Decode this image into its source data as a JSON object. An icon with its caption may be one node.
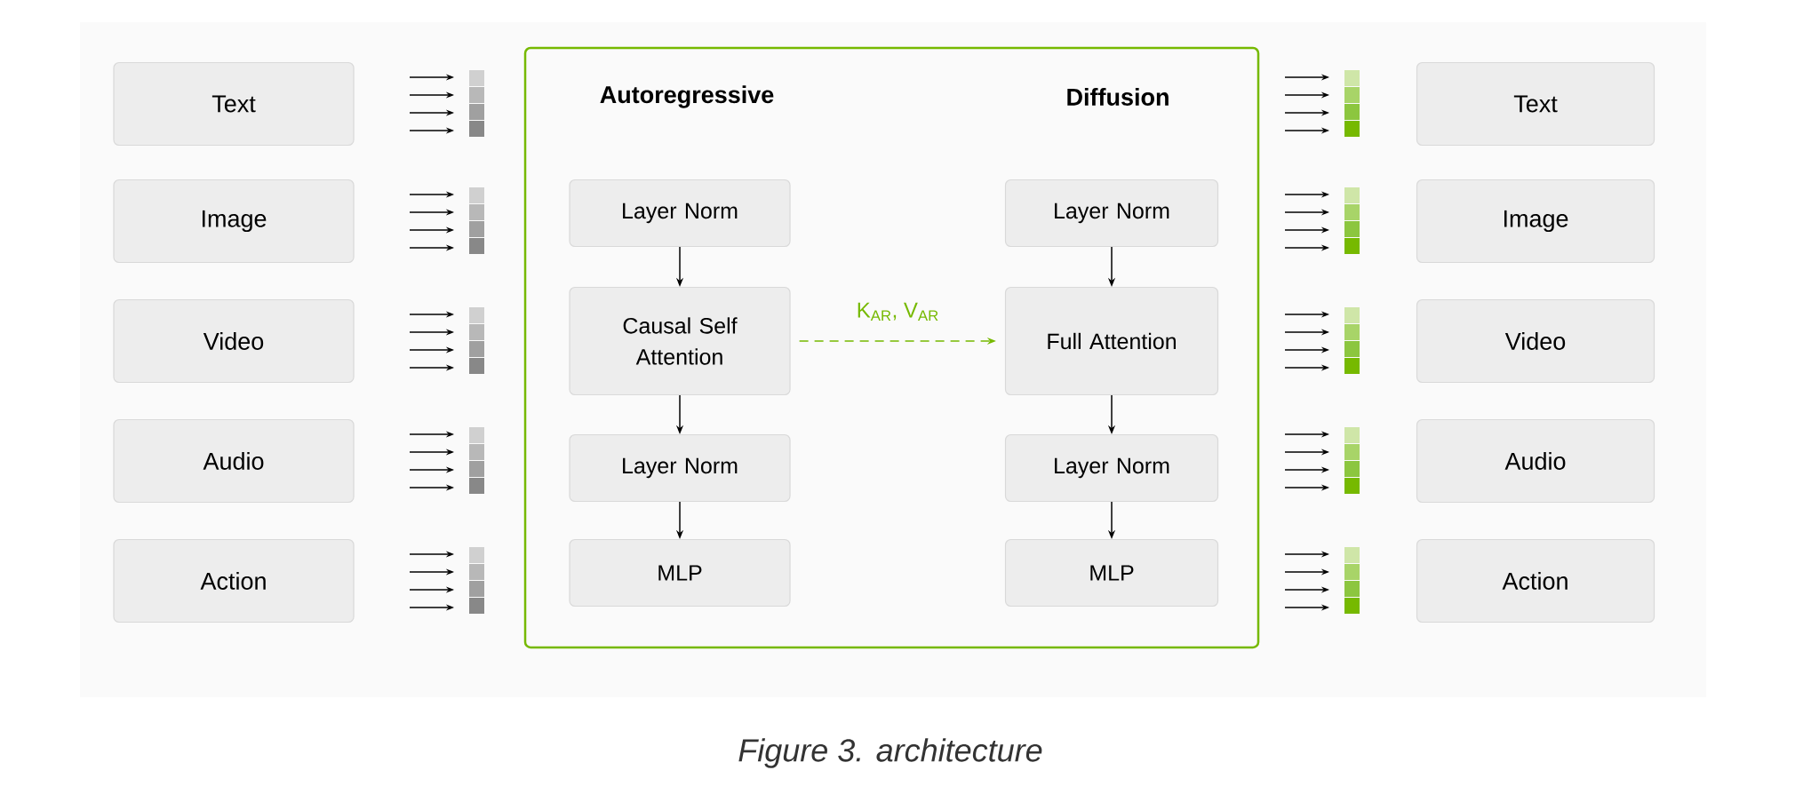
{
  "diagram": {
    "caption": "Figure 3. architecture",
    "nodes": [
      {
        "text": [
          "Text"
        ]
      },
      {
        "text": [
          "Image"
        ]
      },
      {
        "text": [
          "Video"
        ]
      },
      {
        "text": [
          "Audio"
        ]
      },
      {
        "text": [
          "Action"
        ]
      },
      {
        "text": [
          "Autoregressive",
          "Diffusion"
        ]
      },
      {
        "text": [
          "Layer Norm"
        ],
        "in": 5
      },
      {
        "text": [
          "Causal Self Attention"
        ],
        "in": 5
      },
      {
        "text": [
          "Layer Norm"
        ],
        "in": 5
      },
      {
        "text": [
          "MLP"
        ],
        "in": 5
      },
      {
        "text": [
          "Layer Norm"
        ],
        "in": 5
      },
      {
        "text": [
          "Full Attention"
        ],
        "in": 5
      },
      {
        "text": [
          "Layer Norm"
        ],
        "in": 5
      },
      {
        "text": [
          "MLP"
        ],
        "in": 5
      },
      {
        "text": [
          "Text"
        ]
      },
      {
        "text": [
          "Image"
        ]
      },
      {
        "text": [
          "Video"
        ]
      },
      {
        "text": [
          "Audio"
        ]
      },
      {
        "text": [
          "Action"
        ]
      }
    ],
    "edges": [
      {
        "from": 6,
        "to": 7,
        "arrow": "to"
      },
      {
        "from": 7,
        "to": 8,
        "arrow": "to"
      },
      {
        "from": 8,
        "to": 9,
        "arrow": "to"
      },
      {
        "from": 10,
        "to": 11,
        "arrow": "to"
      },
      {
        "from": 11,
        "to": 12,
        "arrow": "to"
      },
      {
        "from": 12,
        "to": 13,
        "arrow": "to"
      },
      {
        "from": 7,
        "to": 11,
        "arrow": "to",
        "label": "K$_{AR}$, V$_{AR}$",
        "style": "dashed",
        "color": "#76b900"
      }
    ]
  }
}
